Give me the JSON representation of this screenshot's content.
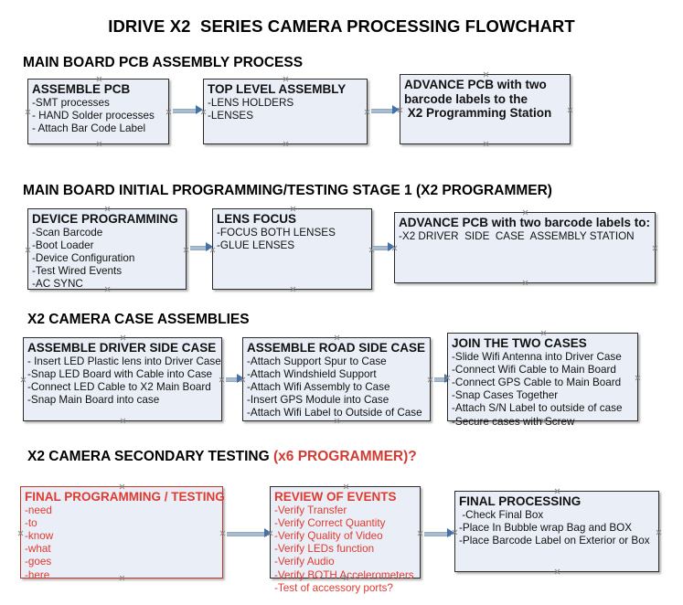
{
  "document": {
    "title": "IDRIVE X2  SERIES CAMERA PROCESSING FLOWCHART"
  },
  "colors": {
    "node_fill": "#eaeff7",
    "node_border": "#2b2b2b",
    "red_accent": "#e03a2f",
    "connector": "#a9bcd0",
    "arrowhead": "#4472a8"
  },
  "sections": [
    {
      "id": "main-board-pcb-assembly",
      "heading": "MAIN BOARD PCB ASSEMBLY PROCESS",
      "heading_accent": "",
      "nodes": [
        {
          "id": "assemble-pcb",
          "title": "ASSEMBLE PCB",
          "lines": [
            "-SMT processes",
            "- HAND Solder processes",
            "- Attach Bar Code Label"
          ]
        },
        {
          "id": "top-level-assembly",
          "title": "TOP LEVEL ASSEMBLY",
          "lines": [
            "-LENS HOLDERS",
            "-LENSES"
          ]
        },
        {
          "id": "advance-pcb-to-x2-programming-station",
          "title": "ADVANCE PCB with two",
          "title_lines": [
            "ADVANCE PCB with two",
            "barcode labels to the",
            " X2 Programming Station"
          ],
          "lines": []
        }
      ]
    },
    {
      "id": "main-board-initial-programming",
      "heading": "MAIN BOARD INITIAL PROGRAMMING/TESTING STAGE 1 (X2 PROGRAMMER)",
      "heading_accent": "",
      "nodes": [
        {
          "id": "device-programming",
          "title": "DEVICE PROGRAMMING",
          "lines": [
            "-Scan Barcode",
            "-Boot Loader",
            "-Device Configuration",
            "-Test Wired Events",
            "-AC SYNC"
          ]
        },
        {
          "id": "lens-focus",
          "title": "LENS FOCUS",
          "lines": [
            "-FOCUS BOTH LENSES",
            "-GLUE LENSES"
          ]
        },
        {
          "id": "advance-pcb-to-driver-side-case-assembly",
          "title": "ADVANCE PCB with two barcode labels to:",
          "lines": [
            "-X2 DRIVER  SIDE  CASE  ASSEMBLY STATION"
          ]
        }
      ]
    },
    {
      "id": "x2-camera-case-assemblies",
      "heading": "X2 CAMERA CASE ASSEMBLIES",
      "heading_accent": "",
      "nodes": [
        {
          "id": "assemble-driver-side-case",
          "title": "ASSEMBLE DRIVER SIDE CASE",
          "lines": [
            "- Insert LED Plastic lens into Driver Case",
            "-Snap LED Board with Cable into Case",
            "-Connect LED Cable to X2 Main Board",
            "-Snap Main Board into case"
          ]
        },
        {
          "id": "assemble-road-side-case",
          "title": "ASSEMBLE ROAD SIDE CASE",
          "lines": [
            "-Attach Support Spur to Case",
            "-Attach Windshield Support",
            "-Attach Wifi Assembly to Case",
            "-Insert GPS Module into Case",
            "-Attach Wifi Label to Outside of Case"
          ]
        },
        {
          "id": "join-the-two-cases",
          "title": "JOIN THE TWO CASES",
          "lines": [
            "-Slide Wifi Antenna into Driver Case",
            "-Connect Wifi Cable to Main Board",
            "-Connect GPS Cable to Main Board",
            "-Snap Cases Together",
            "-Attach S/N Label to outside of case",
            "-Secure cases with Screw"
          ]
        }
      ]
    },
    {
      "id": "x2-camera-secondary-testing",
      "heading": "X2 CAMERA SECONDARY TESTING ",
      "heading_accent": "(x6 PROGRAMMER)?",
      "nodes": [
        {
          "id": "final-programming-testing",
          "title": "FINAL PROGRAMMING / TESTING",
          "lines": [
            "-need",
            "-to",
            "-know",
            "-what",
            "-goes",
            "-here"
          ]
        },
        {
          "id": "review-of-events",
          "title": "REVIEW OF EVENTS",
          "lines": [
            "-Verify Transfer",
            "-Verify Correct Quantity",
            "-Verify Quality of Video",
            "-Verify LEDs function",
            "-Verify Audio",
            "-Verify BOTH Accelerometers",
            "-Test of accessory ports?"
          ]
        },
        {
          "id": "final-processing",
          "title": "FINAL PROCESSING",
          "lines": [
            " -Check Final Box",
            "-Place In Bubble wrap Bag and BOX",
            "-Place Barcode Label on Exterior or Box"
          ]
        }
      ]
    }
  ]
}
